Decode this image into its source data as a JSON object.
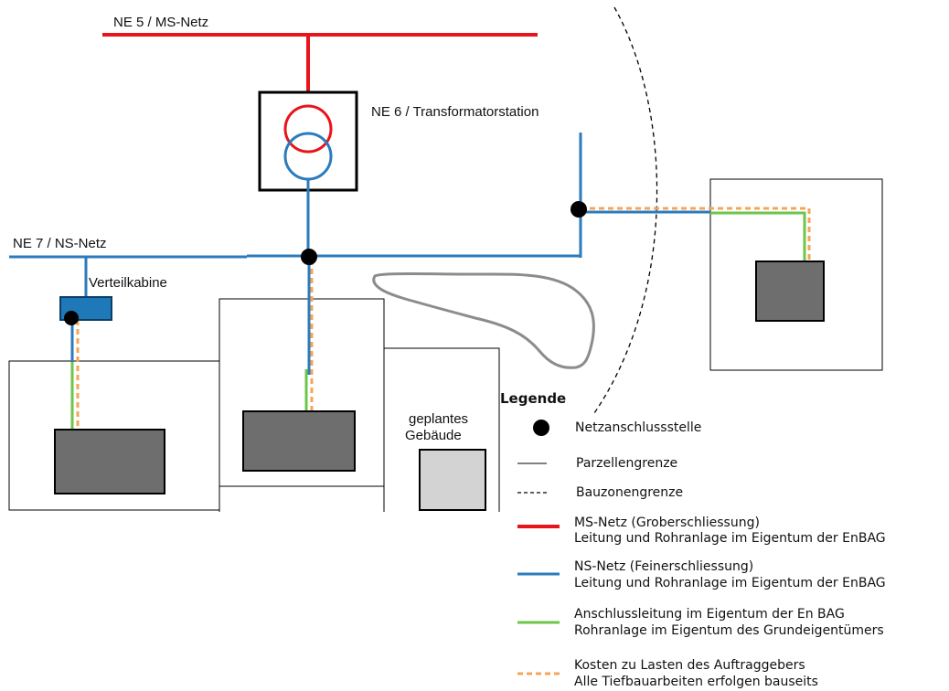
{
  "colors": {
    "ms_netz": "#e8141c",
    "ns_netz": "#2b7bbd",
    "anschlussleitung": "#6cc64a",
    "kosten_auftraggeber": "#f5a55a",
    "building": "#6e6e6e",
    "planned_building": "#d3d3d3",
    "cabinet": "#1f78b8",
    "terrain": "#8c8c8c"
  },
  "labels": {
    "ne5": "NE 5 / MS-Netz",
    "ne6": "NE 6 / Transformatorstation",
    "ne7": "NE 7 / NS-Netz",
    "verteilkabine": "Verteilkabine",
    "geplantes_line1": "geplantes",
    "geplantes_line2": "Gebäude"
  },
  "legend": {
    "title": "Legende",
    "netzanschluss": "Netzanschlussstelle",
    "parzellengrenze": "Parzellengrenze",
    "bauzonengrenze": "Bauzonengrenze",
    "ms_line1": "MS-Netz (Groberschliessung)",
    "ms_line2": "Leitung und Rohranlage im Eigentum der EnBAG",
    "ns_line1": "NS-Netz (Feinerschliessung)",
    "ns_line2": "Leitung und Rohranlage im Eigentum der EnBAG",
    "an_line1": "Anschlussleitung im Eigentum der En BAG",
    "an_line2": "Rohranlage im Eigentum des Grundeigentümers",
    "ko_line1": "Kosten zu Lasten des Auftraggebers",
    "ko_line2": "Alle Tiefbauarbeiten erfolgen bauseits"
  }
}
